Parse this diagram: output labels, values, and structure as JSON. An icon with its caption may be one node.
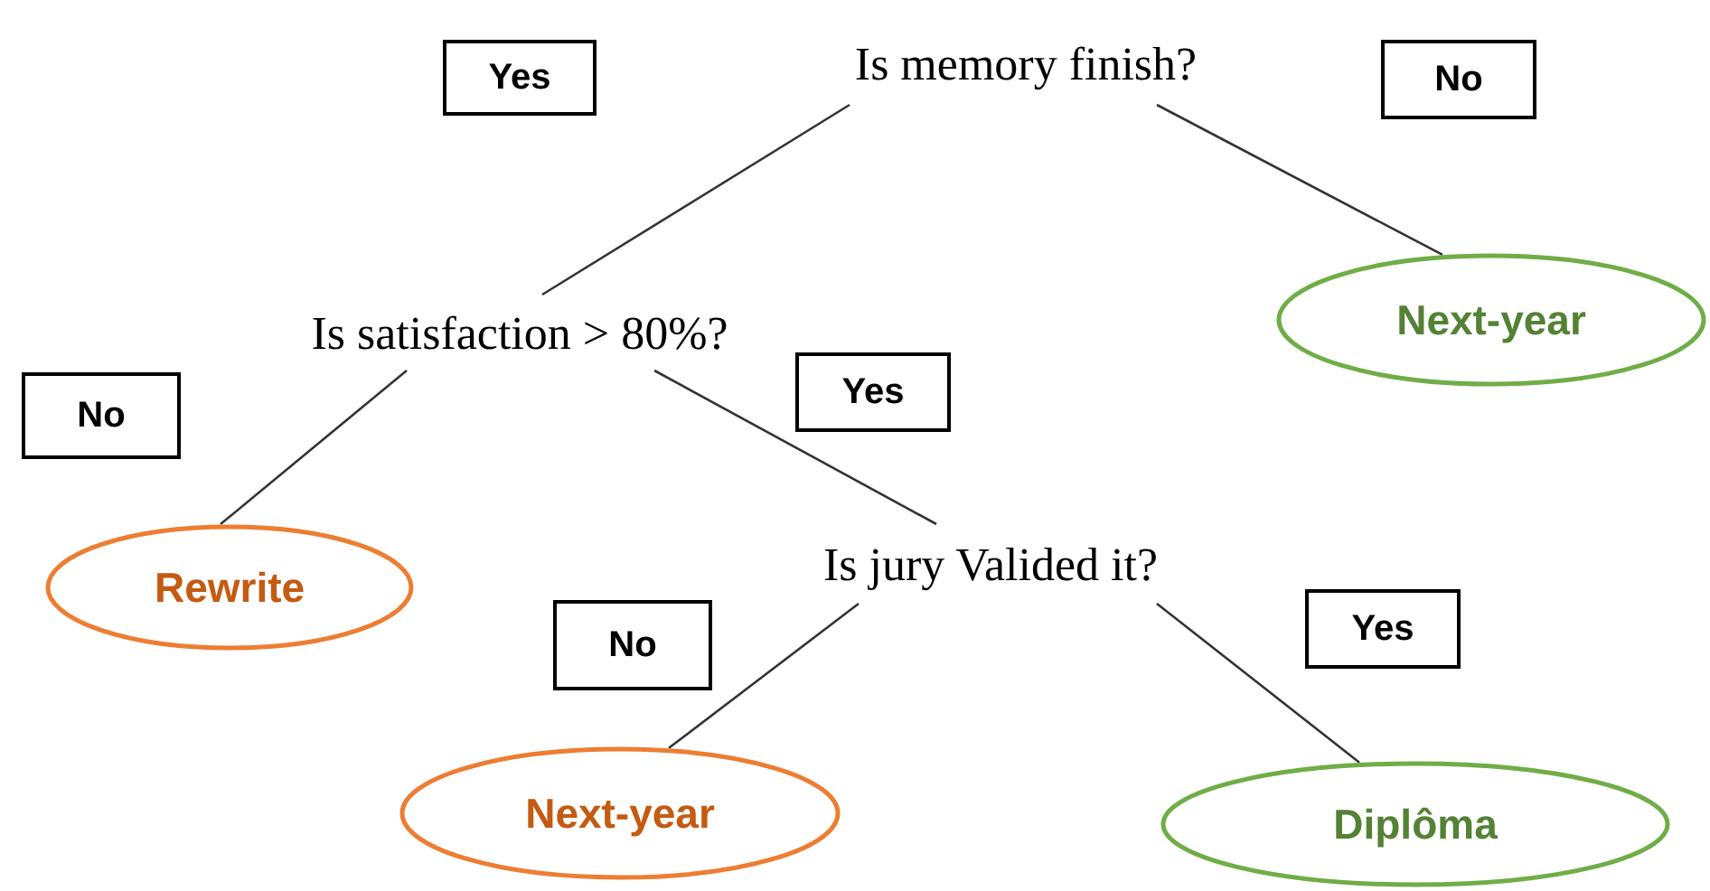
{
  "diagram": {
    "nodes": [
      {
        "text": [
          "Is memory finish?"
        ]
      },
      {
        "text": [
          "Is satisfaction > 80%?"
        ]
      },
      {
        "text": [
          "Next-year"
        ]
      },
      {
        "text": [
          "Rewrite"
        ]
      },
      {
        "text": [
          "Is jury Valided it?"
        ]
      },
      {
        "text": [
          "Next-year"
        ]
      },
      {
        "text": [
          "Diplôma"
        ]
      },
      {
        "text": [
          "Yes"
        ]
      },
      {
        "text": [
          "No"
        ]
      },
      {
        "text": [
          "No"
        ]
      },
      {
        "text": [
          "Yes"
        ]
      },
      {
        "text": [
          "No"
        ]
      },
      {
        "text": [
          "Yes"
        ]
      }
    ],
    "edges": [
      {
        "from": 0,
        "to": 1,
        "arrow": "none"
      },
      {
        "from": 0,
        "to": 2,
        "arrow": "none"
      },
      {
        "from": 1,
        "to": 3,
        "arrow": "none"
      },
      {
        "from": 1,
        "to": 4,
        "arrow": "none"
      },
      {
        "from": 4,
        "to": 5,
        "arrow": "none"
      },
      {
        "from": 4,
        "to": 6,
        "arrow": "none"
      }
    ]
  }
}
